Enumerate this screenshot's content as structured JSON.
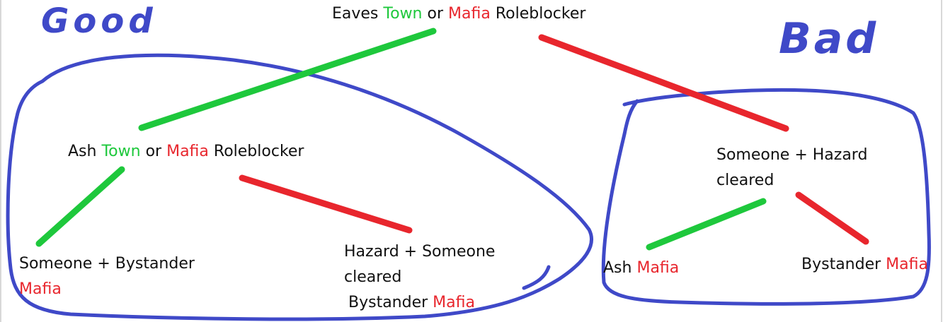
{
  "colors": {
    "pen_blue": "#3f49c8",
    "town_green": "#1ec83c",
    "mafia_red": "#e8262d",
    "text": "#111111",
    "edge_gray": "#d8d8d8"
  },
  "handwriting": {
    "good": "Good",
    "bad": "Bad"
  },
  "nodes": {
    "root": {
      "w1": "Eaves",
      "town": "Town",
      "w2": "or",
      "mafia": "Mafia",
      "w3": "Roleblocker"
    },
    "ash": {
      "w1": "Ash",
      "town": "Town",
      "w2": "or",
      "mafia": "Mafia",
      "w3": "Roleblocker"
    },
    "someone_bystander": {
      "line1": "Someone + Bystander",
      "mafia": "Mafia"
    },
    "hazard_someone": {
      "line1": "Hazard + Someone",
      "line2": "cleared",
      "w1": "Bystander",
      "mafia": "Mafia"
    },
    "someone_hazard": {
      "line1": "Someone + Hazard",
      "line2": "cleared"
    },
    "ash_mafia": {
      "w1": "Ash",
      "mafia": "Mafia"
    },
    "bystander_mafia": {
      "w1": "Bystander",
      "mafia": "Mafia"
    }
  }
}
